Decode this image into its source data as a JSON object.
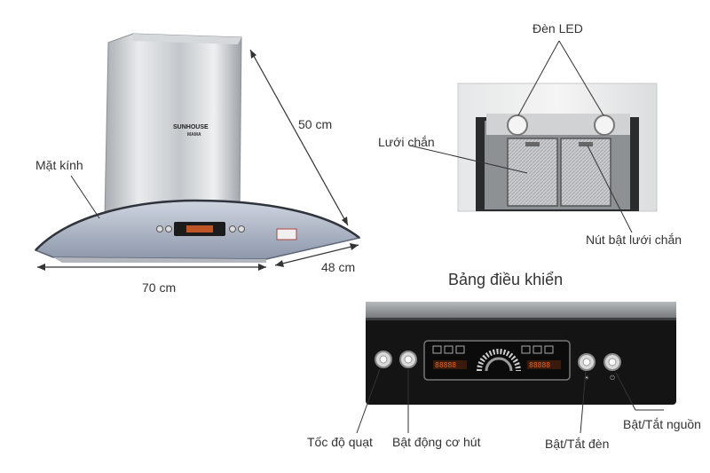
{
  "hood": {
    "brand": "SUNHOUSE",
    "model": "MAMA",
    "label_glass": "Mặt kính",
    "dim_height": "50 cm",
    "dim_width": "70 cm",
    "dim_depth": "48 cm"
  },
  "underside": {
    "label_led": "Đèn LED",
    "label_filter": "Lưới chắn",
    "label_filter_button": "Nút bật lưới chắn"
  },
  "control_panel": {
    "title": "Bảng điều khiển",
    "label_fan_speed": "Tốc độ quạt",
    "label_motor": "Bật động cơ hút",
    "label_light": "Bật/Tắt đèn",
    "label_power": "Bật/Tắt nguồn",
    "display_left": "88888",
    "display_right": "88888"
  },
  "colors": {
    "steel": "#c9ccd0",
    "glass": "#9aa3b5",
    "panel_black": "#141414",
    "display_orange": "#e8642a"
  }
}
